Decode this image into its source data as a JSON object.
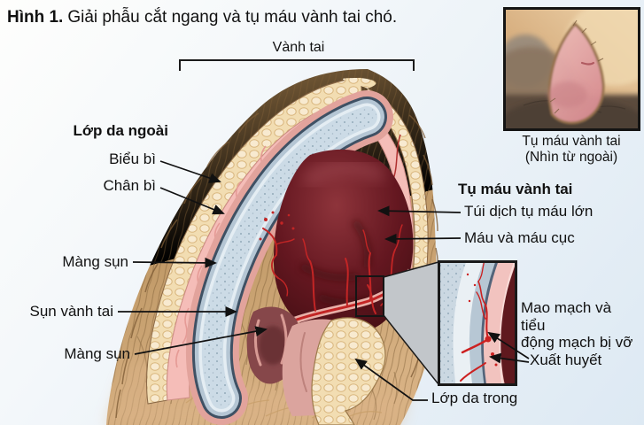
{
  "figure": {
    "label": "Hình 1.",
    "title": "Giải phẫu cắt ngang và tụ máu vành tai chó."
  },
  "diagram": {
    "bracket_label": "Vành tai",
    "labels": {
      "outer_skin": "Lớp da ngoài",
      "epidermis": "Biểu bì",
      "dermis": "Chân bì",
      "perichondrium_top": "Màng sụn",
      "ear_cartilage": "Sụn vành tai",
      "perichondrium_bottom": "Màng sụn",
      "hematoma_header": "Tụ máu vành tai",
      "fluid_pocket": "Túi dịch tụ máu lớn",
      "blood_and_clots": "Máu và máu cục",
      "broken_vessels": "Mao mạch và tiểu\nđộng mạch bị vỡ",
      "hemorrhage": "Xuất huyết",
      "inner_skin": "Lớp da trong"
    }
  },
  "photo_inset": {
    "caption_line1": "Tụ máu vành tai",
    "caption_line2": "(Nhìn từ ngoài)"
  },
  "colors": {
    "background_top": "#fefefc",
    "background_bottom": "#dde9f3",
    "fur_brown": "#b08a5a",
    "fat_cream": "#f2ddb2",
    "skin_pink": "#f5bdb8",
    "cartilage_blue": "#cfdde8",
    "cartilage_edge": "#3f5164",
    "hematoma_maroon": "#5f1a20",
    "vessel_red": "#c32525",
    "cone_gray": "#c2c6ca",
    "text": "#111111"
  }
}
